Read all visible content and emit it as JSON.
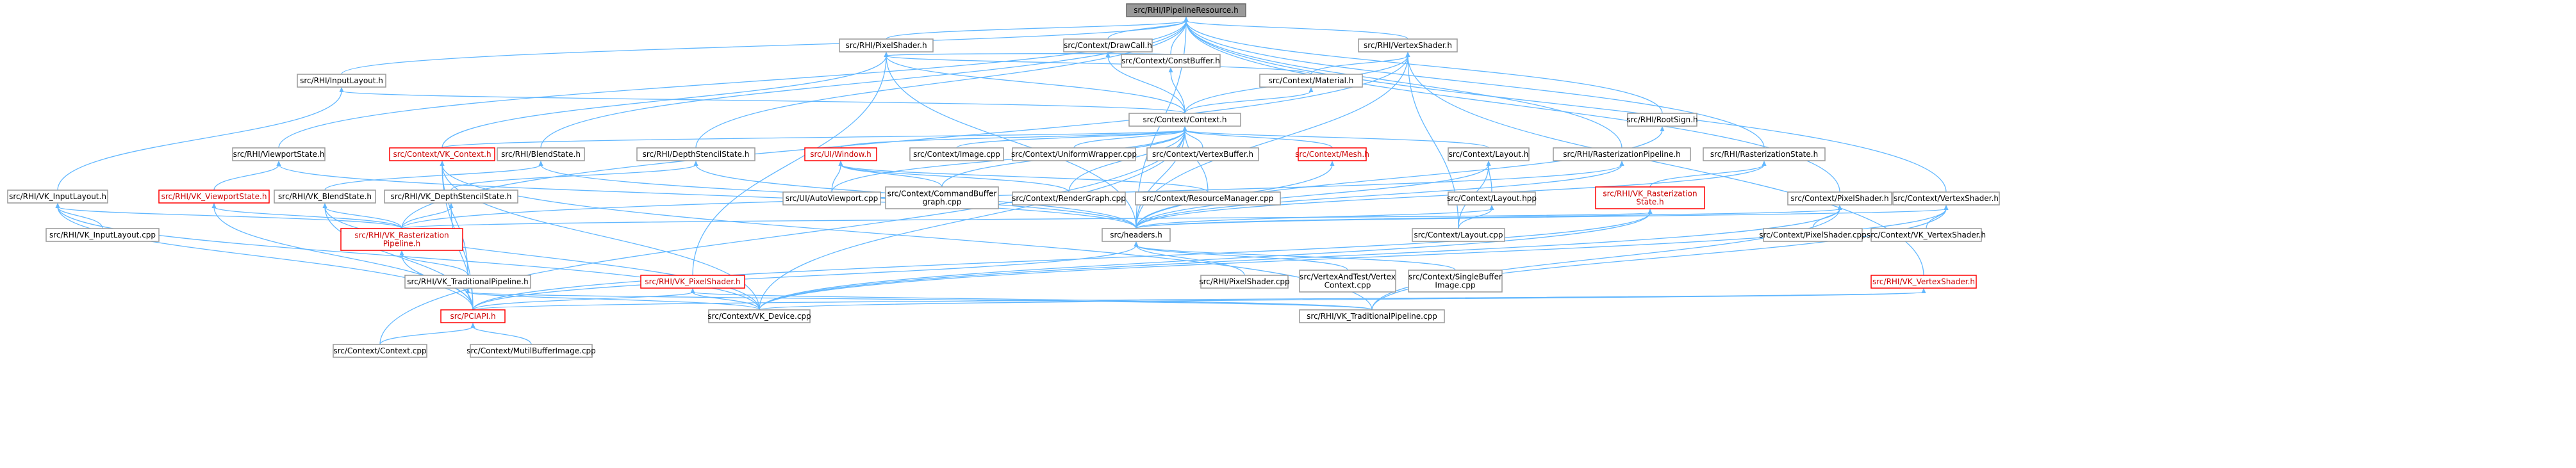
{
  "colors": {
    "edge": "#63b8ff",
    "node_border": "#999999",
    "node_border_incomplete": "#ff0000",
    "root_fill": "#999999",
    "background": "#ffffff"
  },
  "nodes": [
    {
      "id": "n0",
      "label": "src/RHI/IPipelineResource.h",
      "root": true
    },
    {
      "id": "n1",
      "label": "src/RHI/PixelShader.h"
    },
    {
      "id": "n2",
      "label": "src/Context/DrawCall.h"
    },
    {
      "id": "n3",
      "label": "src/RHI/VertexShader.h"
    },
    {
      "id": "n4",
      "label": "src/RHI/InputLayout.h"
    },
    {
      "id": "n5",
      "label": "src/Context/ConstBuffer.h"
    },
    {
      "id": "n6",
      "label": "src/Context/Material.h"
    },
    {
      "id": "n7",
      "label": "src/Context/Context.h"
    },
    {
      "id": "n8",
      "label": "src/RHI/RootSign.h"
    },
    {
      "id": "n9",
      "label": "src/RHI/ViewportState.h"
    },
    {
      "id": "n10",
      "label": "src/Context/VK_Context.h",
      "red": true
    },
    {
      "id": "n11",
      "label": "src/RHI/BlendState.h"
    },
    {
      "id": "n12",
      "label": "src/RHI/DepthStencilState.h"
    },
    {
      "id": "n13",
      "label": "src/UI/Window.h",
      "red": true
    },
    {
      "id": "n14",
      "label": "src/Context/Image.cpp"
    },
    {
      "id": "n15",
      "label": "src/Context/UniformWrapper.cpp"
    },
    {
      "id": "n16",
      "label": "src/Context/VertexBuffer.h"
    },
    {
      "id": "n17",
      "label": "src/Context/Mesh.h",
      "red": true
    },
    {
      "id": "n18",
      "label": "src/Context/Layout.h"
    },
    {
      "id": "n19",
      "label": "src/RHI/RasterizationPipeline.h"
    },
    {
      "id": "n20",
      "label": "src/RHI/RasterizationState.h"
    },
    {
      "id": "n21",
      "label": "src/RHI/VK_InputLayout.h"
    },
    {
      "id": "n22",
      "label": "src/RHI/VK_ViewportState.h",
      "red": true
    },
    {
      "id": "n23",
      "label": "src/RHI/VK_BlendState.h"
    },
    {
      "id": "n24",
      "label": "src/RHI/VK_DepthStencilState.h"
    },
    {
      "id": "n25",
      "label": "src/UI/AutoViewport.cpp"
    },
    {
      "id": "n26",
      "label": "src/Context/CommandBuffer\ngraph.cpp"
    },
    {
      "id": "n27",
      "label": "src/Context/RenderGraph.cpp"
    },
    {
      "id": "n28",
      "label": "src/Context/ResourceManager.cpp"
    },
    {
      "id": "n29",
      "label": "src/Context/Layout.hpp"
    },
    {
      "id": "n30",
      "label": "src/RHI/VK_Rasterization\nState.h",
      "red": true
    },
    {
      "id": "n31",
      "label": "src/Context/PixelShader.h"
    },
    {
      "id": "n32",
      "label": "src/Context/VertexShader.h"
    },
    {
      "id": "n33",
      "label": "src/RHI/VK_InputLayout.cpp"
    },
    {
      "id": "n34",
      "label": "src/RHI/VK_Rasterization\nPipeline.h",
      "red": true
    },
    {
      "id": "n35",
      "label": "src/headers.h"
    },
    {
      "id": "n36",
      "label": "src/Context/Layout.cpp"
    },
    {
      "id": "n37",
      "label": "src/Context/PixelShader.cpp"
    },
    {
      "id": "n38",
      "label": "src/Context/VK_VertexShader.h"
    },
    {
      "id": "n39",
      "label": "src/RHI/VK_TraditionalPipeline.h"
    },
    {
      "id": "n40",
      "label": "src/RHI/VK_PixelShader.h",
      "red": true
    },
    {
      "id": "n41",
      "label": "src/RHI/PixelShader.cpp"
    },
    {
      "id": "n42",
      "label": "src/VertexAndTest/Vertex\nContext.cpp"
    },
    {
      "id": "n43",
      "label": "src/Context/SingleBuffer\nImage.cpp"
    },
    {
      "id": "n44",
      "label": "src/RHI/VK_VertexShader.h",
      "red": true
    },
    {
      "id": "n45",
      "label": "src/PCIAPI.h",
      "red": true
    },
    {
      "id": "n46",
      "label": "src/Context/VK_Device.cpp"
    },
    {
      "id": "n47",
      "label": "src/RHI/VK_TraditionalPipeline.cpp"
    },
    {
      "id": "n48",
      "label": "src/Context/Context.cpp"
    },
    {
      "id": "n49",
      "label": "src/Context/MutilBufferImage.cpp"
    }
  ],
  "edges": [
    [
      "n1",
      "n0"
    ],
    [
      "n2",
      "n0"
    ],
    [
      "n3",
      "n0"
    ],
    [
      "n4",
      "n0"
    ],
    [
      "n5",
      "n0"
    ],
    [
      "n8",
      "n0"
    ],
    [
      "n9",
      "n0"
    ],
    [
      "n11",
      "n0"
    ],
    [
      "n12",
      "n0"
    ],
    [
      "n19",
      "n0"
    ],
    [
      "n20",
      "n0"
    ],
    [
      "n31",
      "n0"
    ],
    [
      "n32",
      "n0"
    ],
    [
      "n35",
      "n0"
    ],
    [
      "n7",
      "n1"
    ],
    [
      "n5",
      "n1"
    ],
    [
      "n6",
      "n1"
    ],
    [
      "n35",
      "n1"
    ],
    [
      "n40",
      "n1"
    ],
    [
      "n10",
      "n1"
    ],
    [
      "n7",
      "n2"
    ],
    [
      "n7",
      "n3"
    ],
    [
      "n6",
      "n3"
    ],
    [
      "n35",
      "n3"
    ],
    [
      "n44",
      "n3"
    ],
    [
      "n36",
      "n3"
    ],
    [
      "n34",
      "n3"
    ],
    [
      "n7",
      "n4"
    ],
    [
      "n21",
      "n4"
    ],
    [
      "n7",
      "n5"
    ],
    [
      "n7",
      "n6"
    ],
    [
      "n35",
      "n8"
    ],
    [
      "n10",
      "n7"
    ],
    [
      "n13",
      "n7"
    ],
    [
      "n14",
      "n7"
    ],
    [
      "n15",
      "n7"
    ],
    [
      "n16",
      "n7"
    ],
    [
      "n17",
      "n7"
    ],
    [
      "n18",
      "n7"
    ],
    [
      "n25",
      "n7"
    ],
    [
      "n26",
      "n7"
    ],
    [
      "n27",
      "n7"
    ],
    [
      "n28",
      "n7"
    ],
    [
      "n35",
      "n7"
    ],
    [
      "n46",
      "n7"
    ],
    [
      "n48",
      "n7"
    ],
    [
      "n22",
      "n9"
    ],
    [
      "n35",
      "n9"
    ],
    [
      "n45",
      "n10"
    ],
    [
      "n39",
      "n10"
    ],
    [
      "n47",
      "n10"
    ],
    [
      "n46",
      "n10"
    ],
    [
      "n23",
      "n11"
    ],
    [
      "n35",
      "n11"
    ],
    [
      "n24",
      "n12"
    ],
    [
      "n35",
      "n12"
    ],
    [
      "n25",
      "n13"
    ],
    [
      "n26",
      "n13"
    ],
    [
      "n27",
      "n13"
    ],
    [
      "n28",
      "n13"
    ],
    [
      "n35",
      "n17"
    ],
    [
      "n29",
      "n18"
    ],
    [
      "n35",
      "n18"
    ],
    [
      "n36",
      "n18"
    ],
    [
      "n34",
      "n19"
    ],
    [
      "n35",
      "n19"
    ],
    [
      "n30",
      "n20"
    ],
    [
      "n35",
      "n20"
    ],
    [
      "n33",
      "n21"
    ],
    [
      "n34",
      "n21"
    ],
    [
      "n45",
      "n21"
    ],
    [
      "n46",
      "n21"
    ],
    [
      "n45",
      "n22"
    ],
    [
      "n34",
      "n22"
    ],
    [
      "n45",
      "n23"
    ],
    [
      "n34",
      "n23"
    ],
    [
      "n46",
      "n23"
    ],
    [
      "n45",
      "n24"
    ],
    [
      "n34",
      "n24"
    ],
    [
      "n36",
      "n29"
    ],
    [
      "n35",
      "n29"
    ],
    [
      "n45",
      "n30"
    ],
    [
      "n34",
      "n30"
    ],
    [
      "n46",
      "n30"
    ],
    [
      "n37",
      "n31"
    ],
    [
      "n35",
      "n31"
    ],
    [
      "n46",
      "n31"
    ],
    [
      "n47",
      "n31"
    ],
    [
      "n38",
      "n32"
    ],
    [
      "n35",
      "n32"
    ],
    [
      "n46",
      "n32"
    ],
    [
      "n47",
      "n32"
    ],
    [
      "n39",
      "n34"
    ],
    [
      "n45",
      "n34"
    ],
    [
      "n41",
      "n35"
    ],
    [
      "n42",
      "n35"
    ],
    [
      "n43",
      "n35"
    ],
    [
      "n45",
      "n35"
    ],
    [
      "n45",
      "n39"
    ],
    [
      "n46",
      "n39"
    ],
    [
      "n47",
      "n39"
    ],
    [
      "n45",
      "n40"
    ],
    [
      "n46",
      "n40"
    ],
    [
      "n47",
      "n40"
    ],
    [
      "n45",
      "n44"
    ],
    [
      "n46",
      "n44"
    ],
    [
      "n48",
      "n45"
    ],
    [
      "n49",
      "n45"
    ]
  ]
}
